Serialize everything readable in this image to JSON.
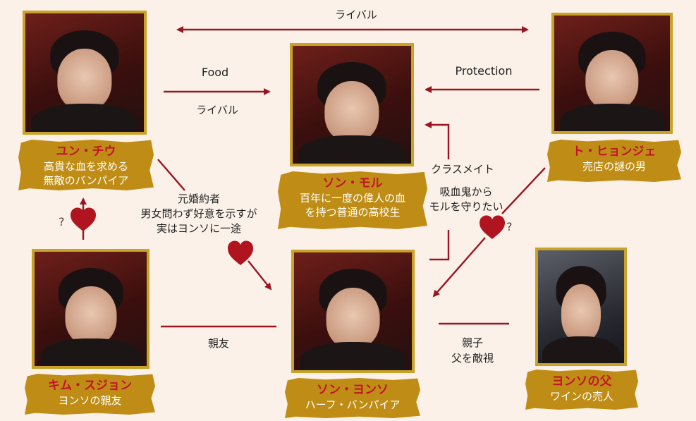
{
  "characters": {
    "chiu": {
      "name": "ユン・チウ",
      "desc": "高貴な血を求める\n無敵のバンパイア"
    },
    "moru": {
      "name": "ソン・モル",
      "desc": "百年に一度の偉人の血\nを持つ普通の高校生"
    },
    "hyonje": {
      "name": "ト・ヒョンジェ",
      "desc": "売店の謎の男"
    },
    "sujon": {
      "name": "キム・スジョン",
      "desc": "ヨンソの親友"
    },
    "yonso": {
      "name": "ソン・ヨンソ",
      "desc": "ハーフ・バンパイア"
    },
    "father": {
      "name": "ヨンソの父",
      "desc": "ワインの売人"
    }
  },
  "relations": {
    "rival_top": "ライバル",
    "food": "Food",
    "rival_mid": "ライバル",
    "protection": "Protection",
    "classmate": "クラスメイト",
    "protect_moru": "吸血鬼から\nモルを守りたい",
    "ex_fiance": "元婚約者\n男女問わず好意を示すが\n実はヨンソに一途",
    "best_friend": "親友",
    "parent_child": "親子\n父を敵視",
    "question_left": "?",
    "question_right": "?"
  },
  "colors": {
    "line": "#9b1420",
    "heart": "#b0141f",
    "label_bg": "#bf8d15",
    "photo_border": "#c9a227",
    "name_text": "#c3122b",
    "background": "#fbf1e8"
  }
}
